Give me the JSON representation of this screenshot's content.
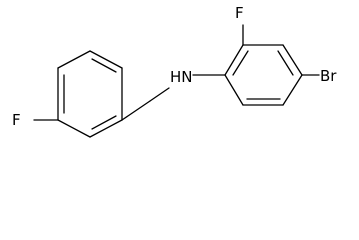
{
  "molecule": {
    "atoms": {
      "fluorine_top": "F",
      "fluorine_left": "F",
      "amine": "HN",
      "bromine": "Br"
    }
  },
  "colors": {
    "background": "#ffffff",
    "bond": "#000000",
    "text": "#000000"
  }
}
